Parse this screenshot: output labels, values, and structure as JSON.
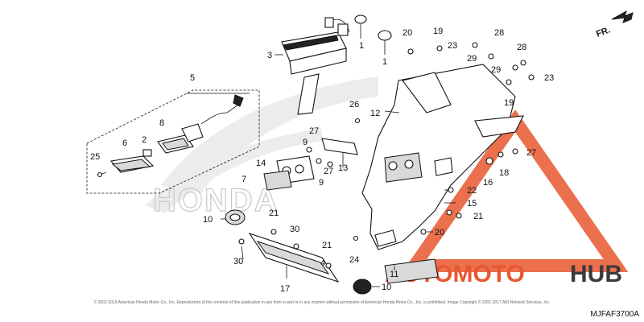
{
  "diagram": {
    "code": "MJFAF3700A",
    "direction_label": "FR.",
    "watermark_brand": "HONDA",
    "logo": {
      "part1": "AUTOMOTO",
      "part2": "HUB",
      "accent": "#e8572f",
      "dark": "#3a3a3a"
    },
    "copyright": "© 2002-2019 American Honda Motor Co., Inc. Reproduction of the contents of this publication in any form in part or in any manner without permission of American Honda Motor Co., Inc. is prohibited. Image Copyright © 2001-2017 ARI Network Services, Inc.",
    "callouts": {
      "c1a": "1",
      "c1b": "1",
      "c2": "2",
      "c3": "3",
      "c5": "5",
      "c6": "6",
      "c7": "7",
      "c8": "8",
      "c9a": "9",
      "c9b": "9",
      "c10a": "10",
      "c10b": "10",
      "c11": "11",
      "c12": "12",
      "c13": "13",
      "c14": "14",
      "c15": "15",
      "c16": "16",
      "c17": "17",
      "c18": "18",
      "c19a": "19",
      "c19b": "19",
      "c20a": "20",
      "c20b": "20",
      "c21a": "21",
      "c21b": "21",
      "c21c": "21",
      "c22": "22",
      "c23a": "23",
      "c23b": "23",
      "c24": "24",
      "c25": "25",
      "c26": "26",
      "c27a": "27",
      "c27b": "27",
      "c27c": "27",
      "c28a": "28",
      "c28b": "28",
      "c29a": "29",
      "c29b": "29",
      "c30a": "30",
      "c30b": "30",
      "c4": "4"
    }
  }
}
